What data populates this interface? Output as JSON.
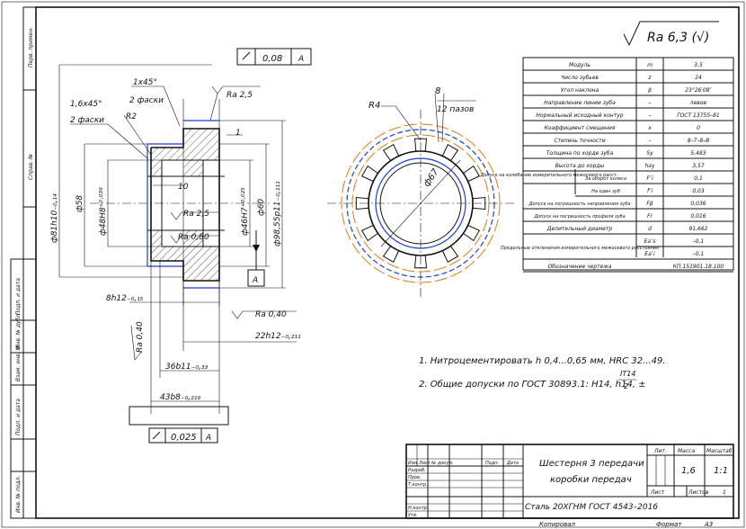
{
  "roughness": {
    "main": "Ra 6,3 (√)"
  },
  "parameters": {
    "rows": [
      {
        "name": "Модуль",
        "symbol": "m",
        "value": "3,5"
      },
      {
        "name": "Число зубьев",
        "symbol": "z",
        "value": "24"
      },
      {
        "name": "Угол наклона",
        "symbol": "β",
        "value": "23°26′08″"
      },
      {
        "name": "Направление линии зуба",
        "symbol": "–",
        "value": "левое"
      },
      {
        "name": "Нормальный исходный контур",
        "symbol": "–",
        "value": "ГОСТ 13755–81"
      },
      {
        "name": "Коэффициент смещения",
        "symbol": "x",
        "value": "0"
      },
      {
        "name": "Степень точности",
        "symbol": "–",
        "value": "8–7–8–В"
      },
      {
        "name": "Толщина по хорде зуба",
        "symbol": "Sy",
        "value": "5,483"
      },
      {
        "name": "Высота до хорды",
        "symbol": "hay",
        "value": "3,57"
      },
      {
        "name": "Допуск на колебание измерительного межосевого расст.",
        "symbol": "F″i",
        "value": "0,1",
        "sub": "За оборот колеса"
      },
      {
        "name": "",
        "symbol": "f″i",
        "value": "0,03",
        "sub": "На один зуб"
      },
      {
        "name": "Допуск на погрешность направления зуба",
        "symbol": "Fβ",
        "value": "0,036"
      },
      {
        "name": "Допуск на погрешность профиля зуба",
        "symbol": "Fr",
        "value": "0,016"
      },
      {
        "name": "Делительный диаметр",
        "symbol": "d",
        "value": "91,662"
      },
      {
        "name": "Предельные отклонения измерительного межосевого расстояния",
        "symbol": "Ea″s",
        "value": "–0,1",
        "symbol2": "Ea″i",
        "value2": "–0,1"
      },
      {
        "name": "Обозначение чертежа",
        "symbol": "",
        "value": "КП.151901.18.100"
      }
    ]
  },
  "dims": {
    "tol1": {
      "box": "0,08",
      "ref": "A"
    },
    "tol2": {
      "box": "0,025",
      "ref": "A"
    },
    "datum": "A",
    "chamfer1": "1x45°",
    "chamfer1_sub": "2 фаски",
    "chamfer2": "1,6x45°",
    "chamfer2_sub": "2 фаски",
    "r2": "R2",
    "ra25a": "Ra 2,5",
    "ra25b": "Ra 2,5",
    "ra080": "Ra 0,80",
    "ra040a": "Ra 0,40",
    "ra040b": "Ra 0,40",
    "one": "1",
    "ten": "10",
    "d_outer": "ф81h10₋₀,₁₄",
    "d58": "ф58",
    "d48": "ф48H8⁺⁰·⁰³⁹",
    "d46": "ф46H7⁺⁰·⁰²⁵",
    "d60": "ф60",
    "d98": "ф98,55p11₋₀,₁₁₁",
    "l8": "8h12₋₀,₁₅",
    "l22": "22h12₋₀,₂₁₁",
    "l36": "36b11₋₀,₃₃",
    "l43": "43b8₋₀,₂₁₉",
    "r4": "R4",
    "w8": "8",
    "slots": "12 пазов",
    "d67": "ф67"
  },
  "notes": {
    "n1": "1. Нитроцементировать h 0,4...0,65 мм, HRC 32...49.",
    "n2": "2. Общие допуски по ГОСТ 30893.1: H14, h14, ±",
    "it": "IT14",
    "two": "2"
  },
  "side_labels": [
    "Перв. примен.",
    "Справ. №",
    "Подп. и дата",
    "Инв. № дубл.",
    "Взам. инв. №",
    "Подп. и дата",
    "Инв. № подл."
  ],
  "titleblock": {
    "name1": "Шестерня 3 передачи",
    "name2": "коробки передач",
    "material": "Сталь 20ХГНМ ГОСТ 4543–2016",
    "h_lit": "Лит.",
    "h_mass": "Масса",
    "h_scale": "Масштаб",
    "mass": "1,6",
    "scale": "1:1",
    "sheet": "Лист",
    "sheets": "Листов",
    "sheets_n": "1",
    "row_izm": "Изм.",
    "row_list": "Лист",
    "row_doc": "№ докум.",
    "row_sign": "Подп.",
    "row_date": "Дата",
    "razrab": "Разраб.",
    "prov": "Пров.",
    "tkontr": "Т.контр.",
    "nkontr": "Н.контр.",
    "utv": "Утв.",
    "copied": "Копировал",
    "format": "Формат",
    "format_v": "А3"
  }
}
